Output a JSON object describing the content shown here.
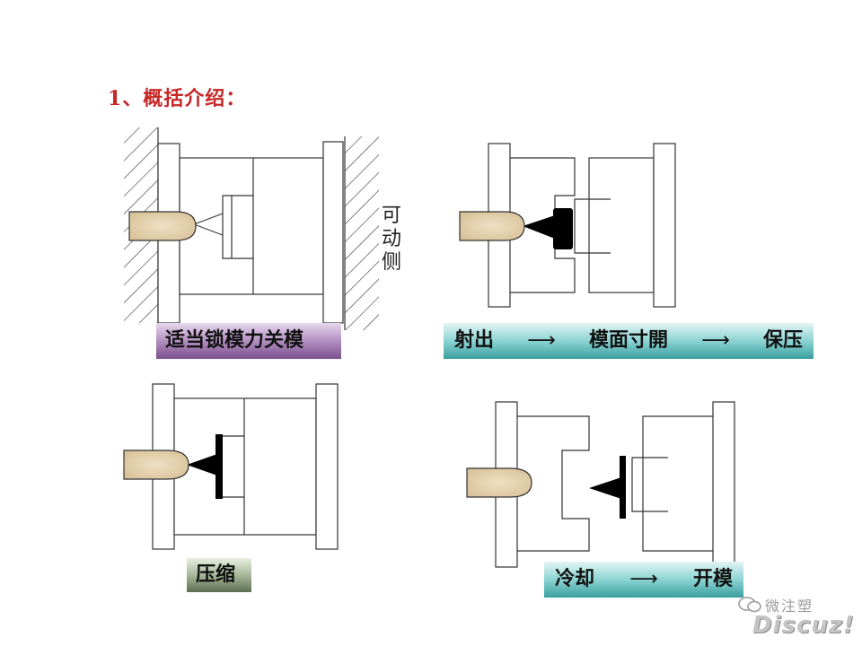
{
  "heading": "1、概括介绍：",
  "side_label": [
    "可",
    "动",
    "侧"
  ],
  "panels": [
    {
      "caption": "适当锁模力关模"
    },
    {
      "caption_parts": [
        "射出",
        "模面寸開",
        "保压"
      ]
    },
    {
      "caption": "压缩"
    },
    {
      "caption_parts": [
        "冷却",
        "开模"
      ]
    }
  ],
  "arrow_glyph": "⟶",
  "watermark": {
    "cn": "微注塑",
    "en": "Discuz!"
  },
  "colors": {
    "heading": "#c62828",
    "plastic": "#e8d6b4",
    "melt": "#000000",
    "caption_purple": "#9b6fb0",
    "caption_teal": "#5fbcbc",
    "caption_olive": "#7f9272"
  }
}
